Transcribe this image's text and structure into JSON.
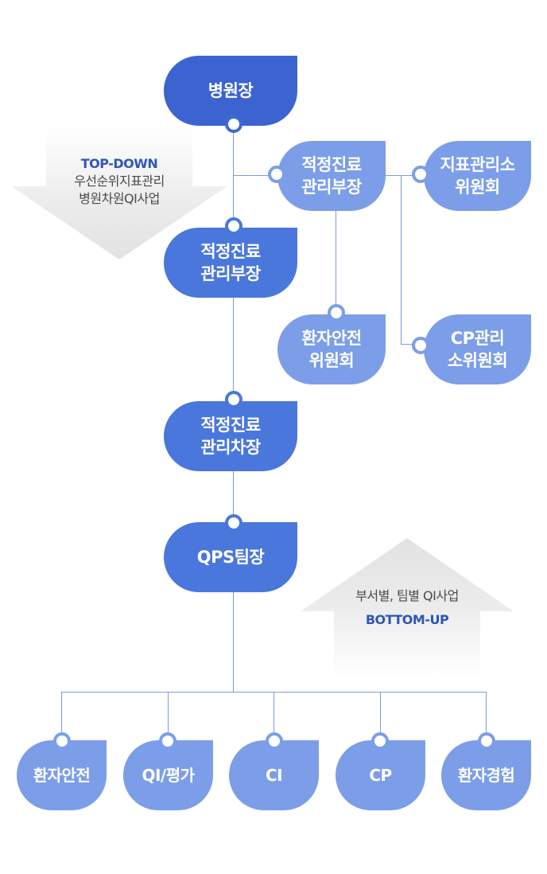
{
  "nodes": {
    "director": "병원장",
    "vp_center": "적정진료\n관리부장",
    "vp_side": "적정진료\n관리부장",
    "indicator_committee": "지표관리소\n위원회",
    "safety_committee": "환자안전\n위원회",
    "cp_committee": "CP관리\n소위원회",
    "deputy": "적정진료\n관리차장",
    "qps_lead": "QPS팀장"
  },
  "teams": [
    "환자안전",
    "QI/평가",
    "CI",
    "CP",
    "환자경험"
  ],
  "top_down": {
    "keyword": "TOP-DOWN",
    "line1": "우선순위지표관리",
    "line2": "병원차원QI사업"
  },
  "bottom_up": {
    "line1": "부서별, 팀별 QI사업",
    "keyword": "BOTTOM-UP"
  },
  "colors": {
    "primary": "#3b64d0",
    "mid": "#4a77dc",
    "light": "#7c9ee8",
    "connector": "#7d9bd8"
  }
}
